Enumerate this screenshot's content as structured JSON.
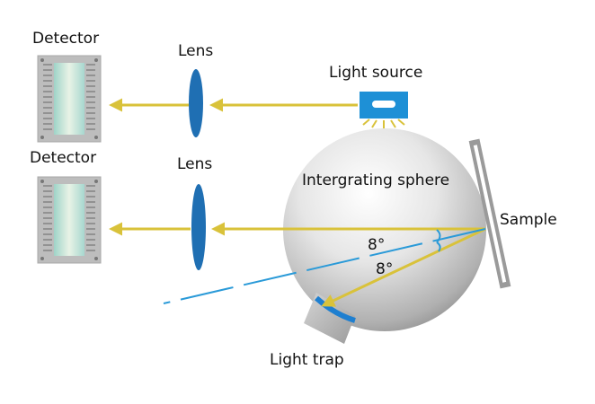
{
  "labels": {
    "detector_top": "Detector",
    "detector_bottom": "Detector",
    "lens_top": "Lens",
    "lens_bottom": "Lens",
    "light_source": "Light source",
    "sphere": "Intergrating sphere",
    "sample": "Sample",
    "angle_upper": "8°",
    "angle_lower": "8°",
    "light_trap": "Light trap"
  },
  "colors": {
    "beam": "#d9c23a",
    "lens": "#1f6fb3",
    "source_housing": "#1e90d6",
    "trap_lining": "#1e7fd0",
    "normal_line": "#2a9ad8",
    "sphere_light": "#ffffff",
    "sphere_dark": "#8c8c8c",
    "sample_frame": "#9a9a9a",
    "detector_frame": "#bdbdbd"
  },
  "icons": {
    "detector": "detector-chip-icon",
    "lens": "lens-icon",
    "source": "light-source-icon"
  }
}
